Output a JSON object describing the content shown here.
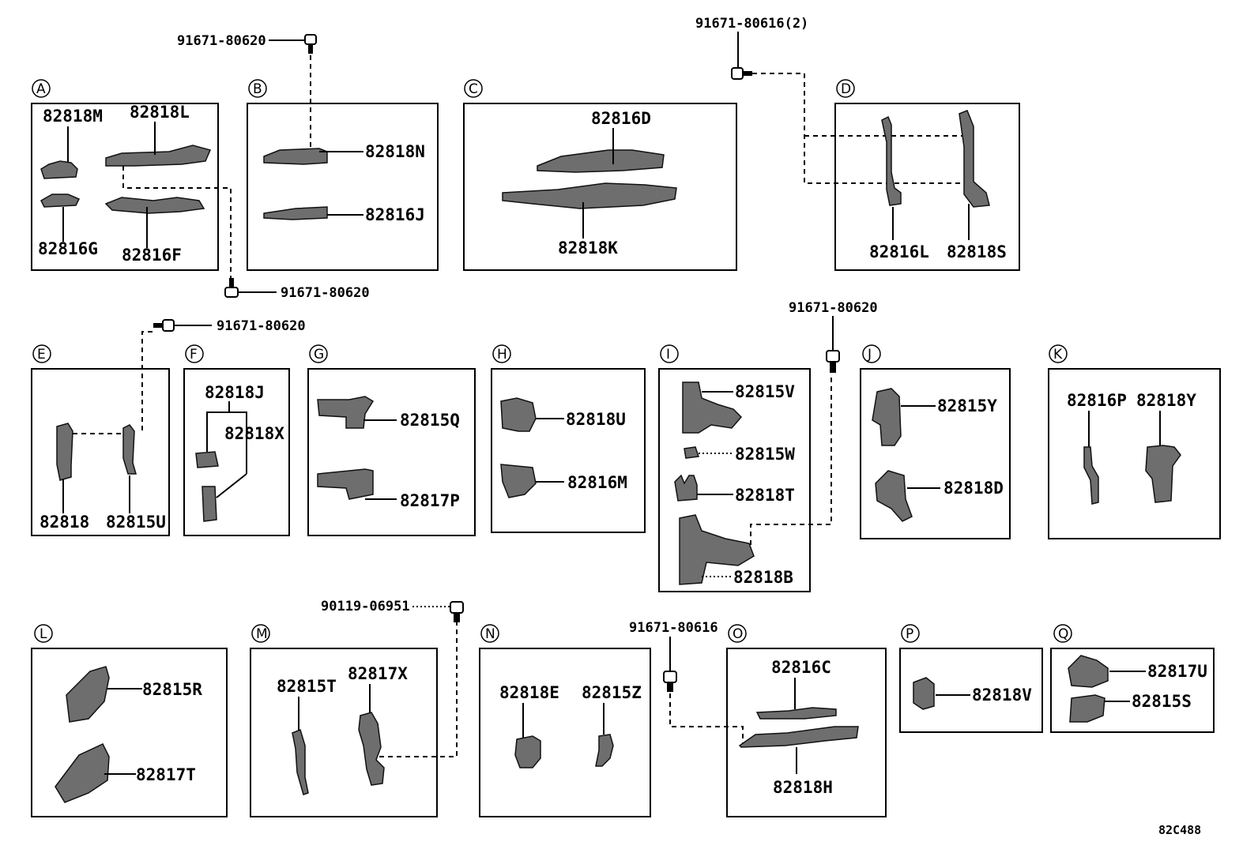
{
  "diagram_ref": "82C488",
  "groups": {
    "A": {
      "label": "A",
      "parts": [
        "82818M",
        "82818L",
        "82816G",
        "82816F"
      ]
    },
    "B": {
      "label": "B",
      "parts": [
        "82818N",
        "82816J"
      ]
    },
    "C": {
      "label": "C",
      "parts": [
        "82816D",
        "82818K"
      ]
    },
    "D": {
      "label": "D",
      "parts": [
        "82816L",
        "82818S"
      ]
    },
    "E": {
      "label": "E",
      "parts": [
        "82818",
        "82815U"
      ]
    },
    "F": {
      "label": "F",
      "parts": [
        "82818J",
        "82818X"
      ]
    },
    "G": {
      "label": "G",
      "parts": [
        "82815Q",
        "82817P"
      ]
    },
    "H": {
      "label": "H",
      "parts": [
        "82818U",
        "82816M"
      ]
    },
    "I": {
      "label": "I",
      "parts": [
        "82815V",
        "82815W",
        "82818T",
        "82818B"
      ]
    },
    "J": {
      "label": "J",
      "parts": [
        "82815Y",
        "82818D"
      ]
    },
    "K": {
      "label": "K",
      "parts": [
        "82816P",
        "82818Y"
      ]
    },
    "L": {
      "label": "L",
      "parts": [
        "82815R",
        "82817T"
      ]
    },
    "M": {
      "label": "M",
      "parts": [
        "82815T",
        "82817X"
      ]
    },
    "N": {
      "label": "N",
      "parts": [
        "82818E",
        "82815Z"
      ]
    },
    "O": {
      "label": "O",
      "parts": [
        "82816C",
        "82818H"
      ]
    },
    "P": {
      "label": "P",
      "parts": [
        "82818V"
      ]
    },
    "Q": {
      "label": "Q",
      "parts": [
        "82817U",
        "82815S"
      ]
    }
  },
  "bolts": [
    "91671-80620",
    "91671-80616(2)",
    "91671-80620",
    "91671-80620",
    "91671-80620",
    "90119-06951",
    "91671-80616"
  ]
}
